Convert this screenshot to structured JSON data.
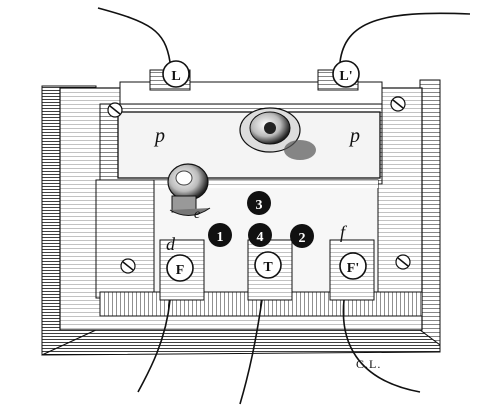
{
  "terminals": {
    "L": "L",
    "L_prime": "L'",
    "F": "F",
    "T": "T",
    "F_prime": "F'"
  },
  "plate_labels": {
    "p_left": "p",
    "p_right": "p",
    "d": "d",
    "f": "f",
    "e": "e"
  },
  "contact_numbers": {
    "n1": "1",
    "n2": "2",
    "n3": "3",
    "n4": "4"
  },
  "signature": "C.L."
}
